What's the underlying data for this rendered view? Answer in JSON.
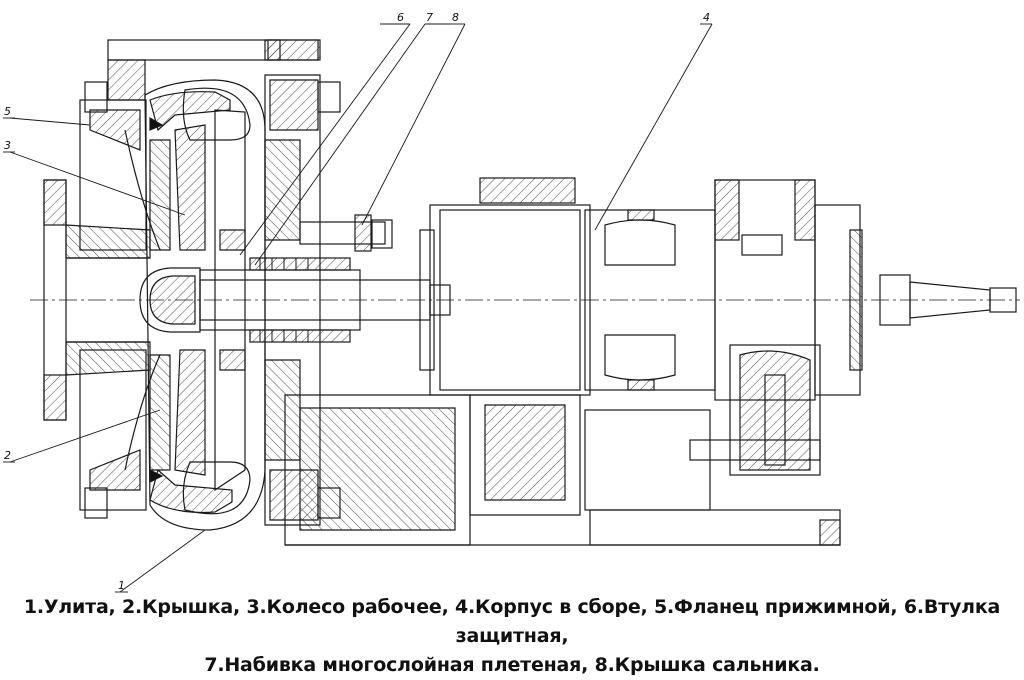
{
  "callouts": {
    "c1": "1",
    "c2": "2",
    "c3": "3",
    "c4": "4",
    "c5": "5",
    "c6": "6",
    "c7": "7",
    "c8": "8"
  },
  "caption": {
    "line1": "1.Улита, 2.Крышка, 3.Колесо рабочее, 4.Корпус в сборе, 5.Фланец прижимной, 6.Втулка защитная,",
    "line2": "7.Набивка многослойная плетеная, 8.Крышка сальника."
  }
}
